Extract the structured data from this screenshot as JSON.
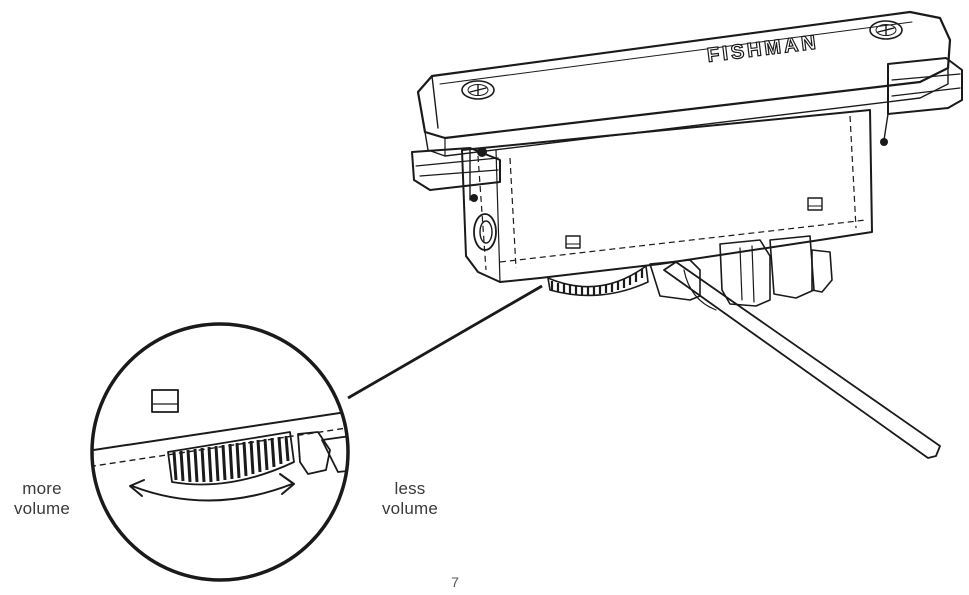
{
  "figure": {
    "brand_mark": "FISHMAN",
    "labels": {
      "more_volume": [
        "more",
        "volume"
      ],
      "less_volume": [
        "less",
        "volume"
      ]
    },
    "page_number": "7"
  },
  "colors": {
    "ink": "#1a1a1a",
    "label_text": "#3a3a3a",
    "background": "#ffffff"
  }
}
